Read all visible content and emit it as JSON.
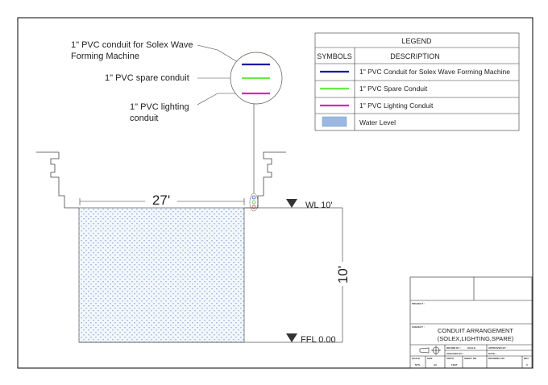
{
  "labels": {
    "solex_line1": "1\" PVC conduit for Solex Wave",
    "solex_line2": "Forming Machine",
    "spare": "1\" PVC spare conduit",
    "lighting_line1": "1\" PVC lighting",
    "lighting_line2": "conduit"
  },
  "dimensions": {
    "width": "27'",
    "depth": "10'",
    "water_level": "WL 10'",
    "floor_level": "FFL 0.00"
  },
  "legend": {
    "title": "LEGEND",
    "col_symbols": "SYMBOLS",
    "col_description": "DESCRIPTION",
    "items": [
      {
        "description": "1\" PVC Conduit for Solex Wave Forming Machine",
        "color": "#1a1aa8"
      },
      {
        "description": "1\" PVC Spare Conduit",
        "color": "#66ee44"
      },
      {
        "description": "1\" PVC Lighting Conduit",
        "color": "#dd22cc"
      },
      {
        "description": "Water Level",
        "color": "#9ab8e0"
      }
    ]
  },
  "title_block": {
    "project_label": "PROJECT :",
    "subject_label": "SUBJECT :",
    "subject_line1": "CONDUIT ARRANGEMENT",
    "subject_line2": "(SOLEX,LIGHTING,SPARE)",
    "drawn_by": "DRAWN BY :",
    "scale_label": "SCALE",
    "approved_by": "APPROVED BY :",
    "checked_by": "CHECKED BY :",
    "date": "DATE :",
    "scale": "SCALE",
    "scale_value": "NTS",
    "size": "SIZE",
    "size_value": "A3",
    "units": "UNITS",
    "units_value": "FEET",
    "sheet_no": "SHEET NO",
    "drawing_no": "DRAWING NO.",
    "rev": "REV",
    "rev_value": "0"
  }
}
